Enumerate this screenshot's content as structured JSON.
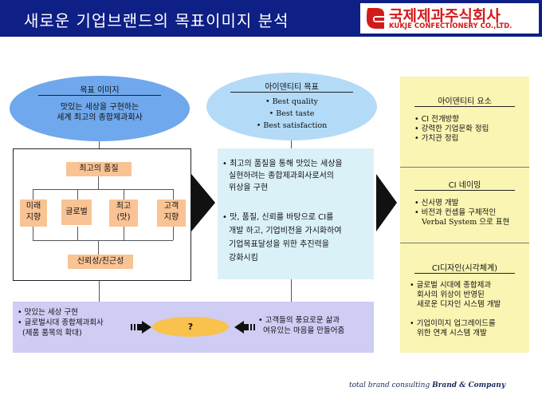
{
  "header": {
    "title": "새로운 기업브랜드의 목표이미지 분석",
    "logo_ko": "국제제과주식회사",
    "logo_en": "KUKJE CONFECTIONERY CO.,LTD."
  },
  "target_image": {
    "title": "목표 이미지",
    "text_line1": "맛있는 세상을 구현하는",
    "text_line2": "세계 최고의 종합제과회사"
  },
  "identity_goal": {
    "title": "아이덴티티 목표",
    "items": [
      "• Best quality",
      "• Best taste",
      "• Best satisfaction"
    ]
  },
  "left_box": {
    "top_tag": "최고의 품질",
    "tags": [
      "미래\n지향",
      "글로벌",
      "최고\n(맛)",
      "고객\n지향"
    ],
    "bottom_tag": "신뢰성/친근성"
  },
  "middle_box": {
    "para1": [
      "• 최고의 품질을 통해 맛있는 세상을",
      "실현하려는 종합제과회사로서의",
      "위상을 구현"
    ],
    "para2": [
      "• 맛, 품질, 신뢰를 바탕으로 CI를",
      "개발 하고, 기업비전을 가시화하여",
      "기업목표달성을 위한 추진력을",
      "강화시킴"
    ]
  },
  "right_column": {
    "sec1_title": "아이덴티티 요소",
    "sec1_items": [
      "• CI 전개방향",
      "• 강력한 기업문화 정립",
      "• 가치관 정립"
    ],
    "sec2_title": "CI 네이밍",
    "sec2_items": [
      "• 신사명 개발",
      "• 비전과 컨셉을 구체적인",
      "   Verbal System 으로 표현"
    ],
    "sec3_title": "CI디자인(시각체계)",
    "sec3_items": [
      "• 글로벌 시대에 종합제과",
      "   회사의 위상이 반영된",
      "   새로운 디자인 시스템 개발",
      "",
      "• 기업이미지 업그레이드를",
      "   위한 연계 시스템 개발"
    ]
  },
  "bottom": {
    "left_lines": [
      "• 맛있는 세상 구현",
      "• 글로벌시대 종합제과회사",
      "  (제품 품목의 확대)"
    ],
    "center": "?",
    "right_lines": [
      "• 고객들의 풍요로운 삶과",
      "  여유있는 마음을 만들어줌"
    ]
  },
  "footer": {
    "prefix": "total brand consulting ",
    "brand": "Brand & Company"
  },
  "colors": {
    "header_bg": "#0e1f86",
    "logo_red": "#d21a1a",
    "ellipse_blue": "#6fa8ec",
    "ellipse_light": "#b3dbf7",
    "tag_orange": "#f9c394",
    "panel_cyan": "#daf1f8",
    "panel_yellow": "#fbf5b3",
    "band_lavender": "#cfcdf4",
    "center_gold": "#f9c24d"
  }
}
